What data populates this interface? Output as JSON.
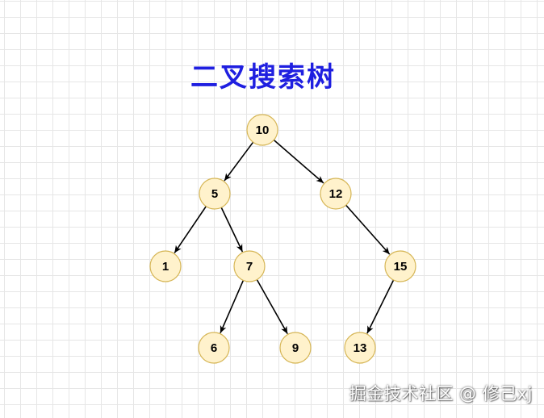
{
  "title": "二叉搜索树",
  "watermark": "掘金技术社区 @ 修己xj",
  "colors": {
    "title": "#1f1fe0",
    "node_fill": "#fff2cc",
    "node_stroke": "#d6b656",
    "edge": "#000000",
    "grid": "#e6e6e6"
  },
  "tree": {
    "nodes": [
      {
        "id": "n10",
        "label": "10"
      },
      {
        "id": "n5",
        "label": "5"
      },
      {
        "id": "n12",
        "label": "12"
      },
      {
        "id": "n1",
        "label": "1"
      },
      {
        "id": "n7",
        "label": "7"
      },
      {
        "id": "n15",
        "label": "15"
      },
      {
        "id": "n6",
        "label": "6"
      },
      {
        "id": "n9",
        "label": "9"
      },
      {
        "id": "n13",
        "label": "13"
      }
    ],
    "edges": [
      {
        "from": "n10",
        "to": "n5"
      },
      {
        "from": "n10",
        "to": "n12"
      },
      {
        "from": "n5",
        "to": "n1"
      },
      {
        "from": "n5",
        "to": "n7"
      },
      {
        "from": "n12",
        "to": "n15"
      },
      {
        "from": "n7",
        "to": "n6"
      },
      {
        "from": "n7",
        "to": "n9"
      },
      {
        "from": "n15",
        "to": "n13"
      }
    ]
  }
}
